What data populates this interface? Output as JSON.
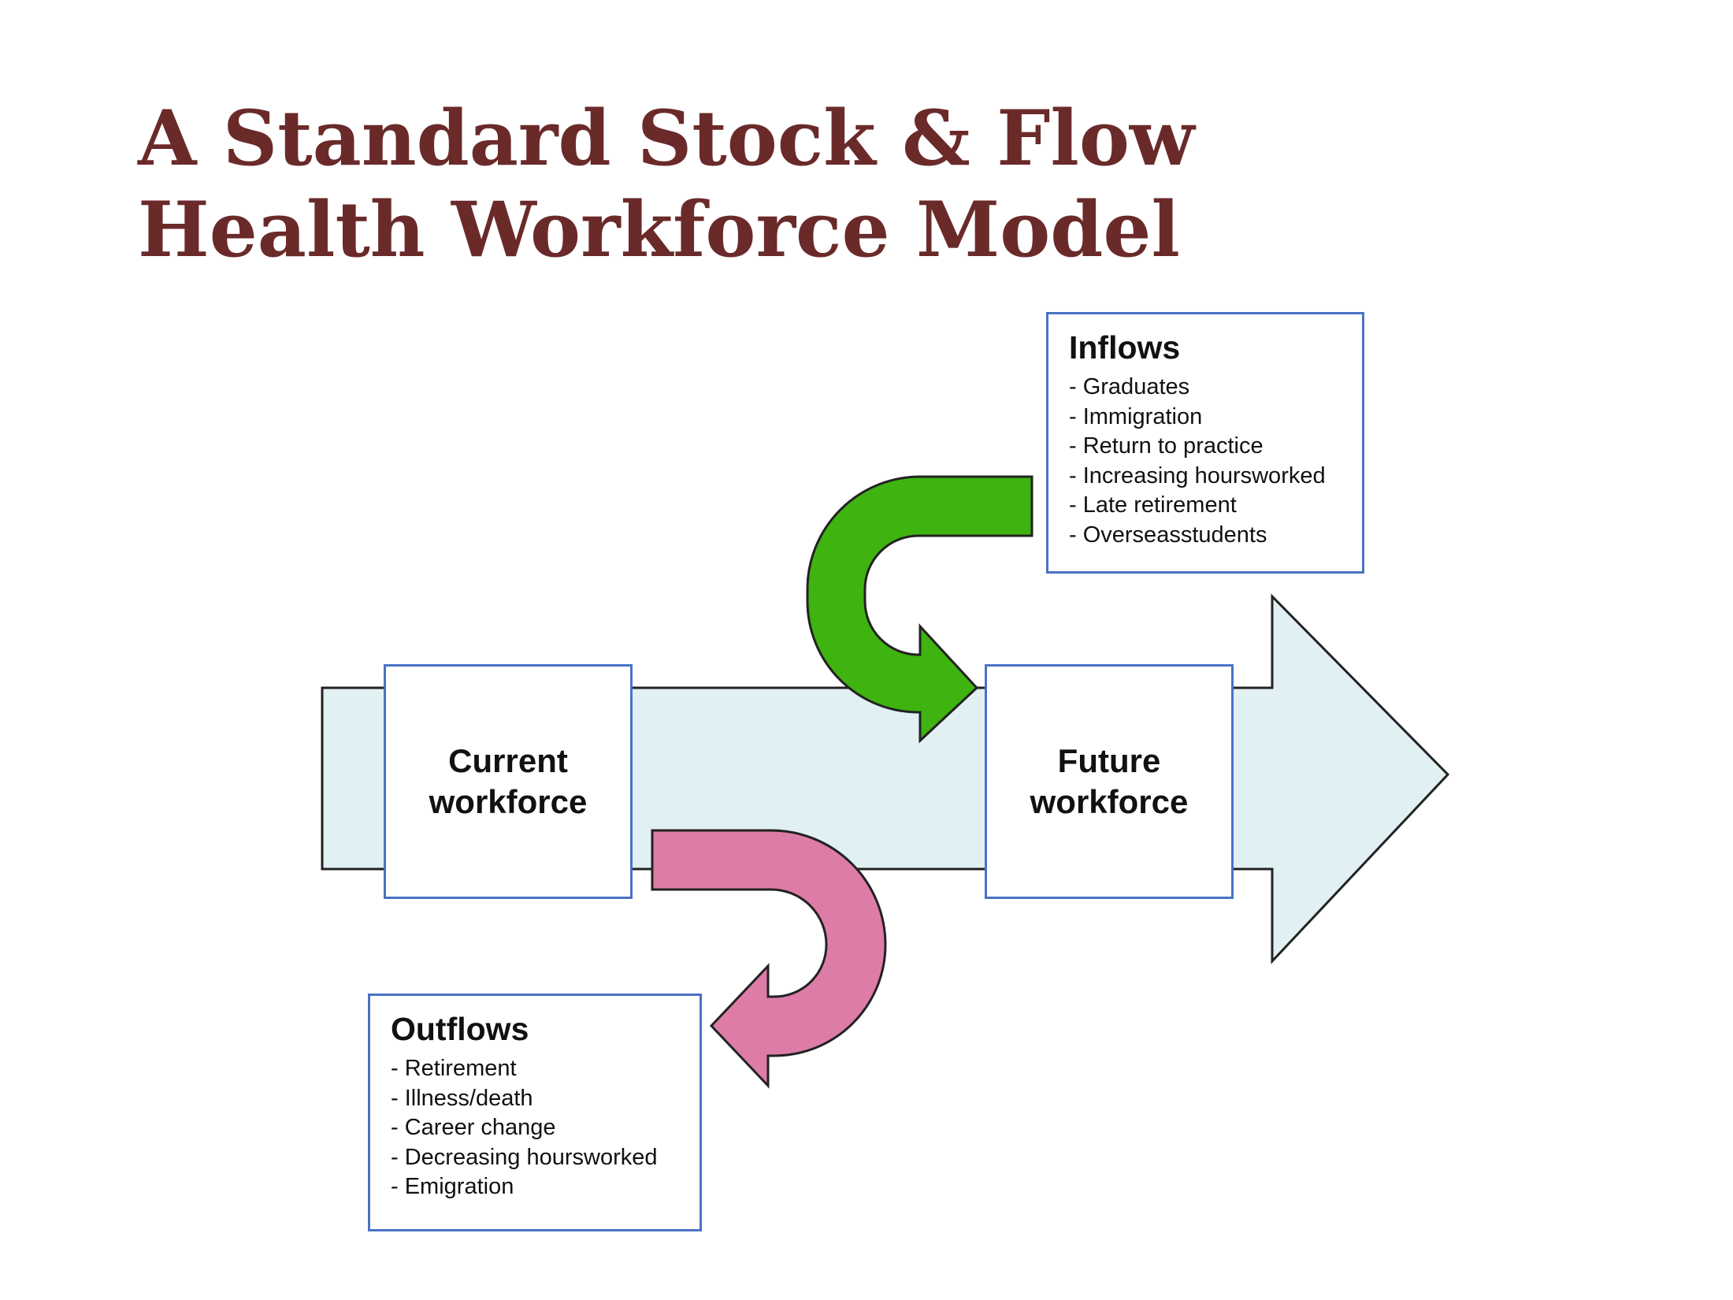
{
  "title": {
    "line1": "A Standard Stock & Flow",
    "line2": "Health Workforce Model"
  },
  "colors": {
    "title": "#6b2a2a",
    "main_arrow_fill": "#e1f0f2",
    "inflow_arrow_fill": "#3fb30f",
    "outflow_arrow_fill": "#de7ca8",
    "box_border": "#4a72c4"
  },
  "current_box": {
    "label": "Current workforce"
  },
  "future_box": {
    "label": "Future workforce"
  },
  "inflows": {
    "title": "Inflows",
    "items": [
      "Graduates",
      "Immigration",
      "Return to practice",
      "Increasing hoursworked",
      "Late retirement",
      "Overseasstudents"
    ]
  },
  "outflows": {
    "title": "Outflows",
    "items": [
      "Retirement",
      "Illness/death",
      "Career change",
      "Decreasing hoursworked",
      "Emigration"
    ]
  }
}
